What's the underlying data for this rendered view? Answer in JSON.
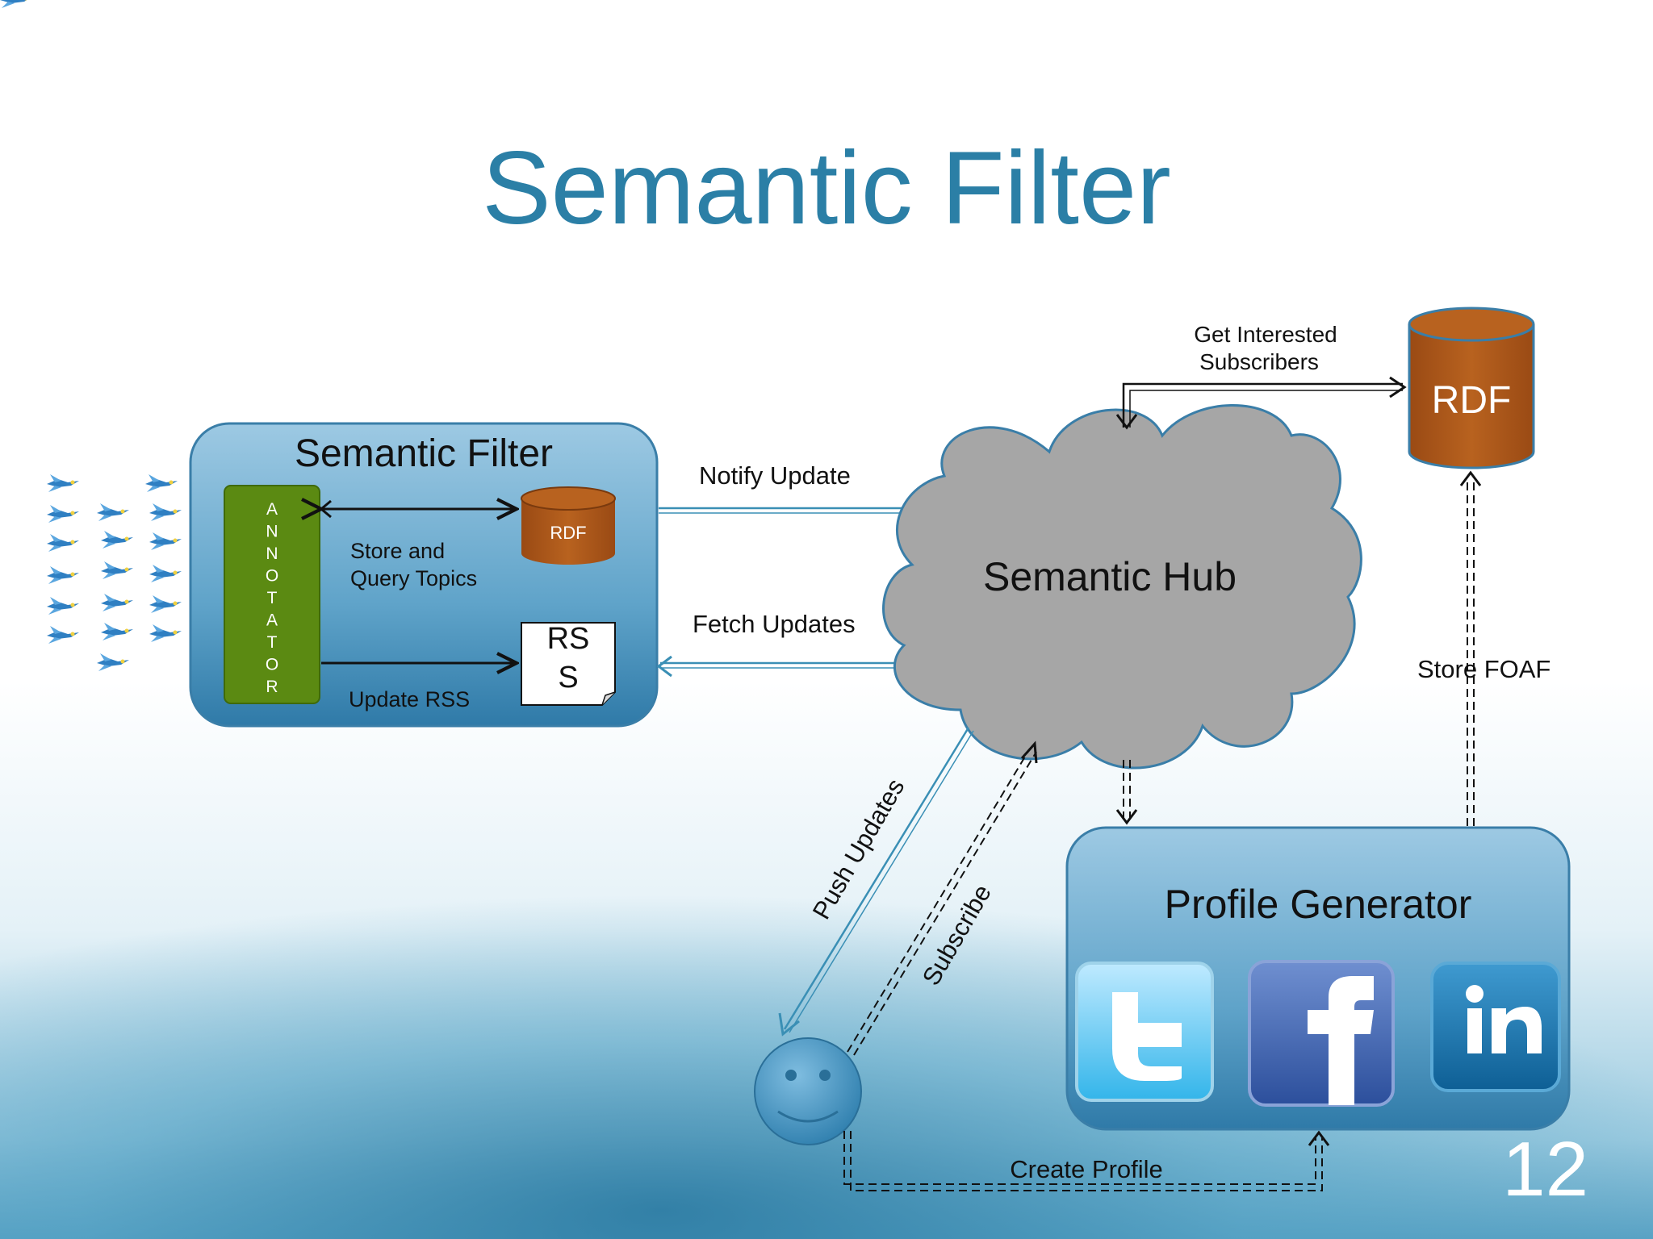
{
  "slide": {
    "title": "Semantic Filter",
    "page_number": "12"
  },
  "filter_box": {
    "title": "Semantic Filter",
    "annotator_letters": [
      "A",
      "N",
      "N",
      "O",
      "T",
      "A",
      "T",
      "O",
      "R"
    ],
    "rdf_label": "RDF",
    "rss_line1": "RS",
    "rss_line2": "S",
    "store_query_line1": "Store and",
    "store_query_line2": "Query Topics",
    "update_rss": "Update RSS"
  },
  "hub": {
    "label": "Semantic Hub"
  },
  "rdf_store": {
    "label": "RDF"
  },
  "profile_generator": {
    "title": "Profile Generator",
    "services": [
      "twitter-icon",
      "facebook-icon",
      "linkedin-icon"
    ]
  },
  "edges": {
    "notify_update": "Notify Update",
    "fetch_updates": "Fetch Updates",
    "get_subscribers_line1": "Get Interested",
    "get_subscribers_line2": "Subscribers",
    "store_foaf": "Store FOAF",
    "push_updates": "Push Updates",
    "subscribe": "Subscribe",
    "create_profile": "Create Profile"
  },
  "colors": {
    "title": "#2b7fa6",
    "annotator": "#5b8a12",
    "rdf": "#b05a1c",
    "hub": "#a6a6a6",
    "box": "#5fa3c9"
  }
}
